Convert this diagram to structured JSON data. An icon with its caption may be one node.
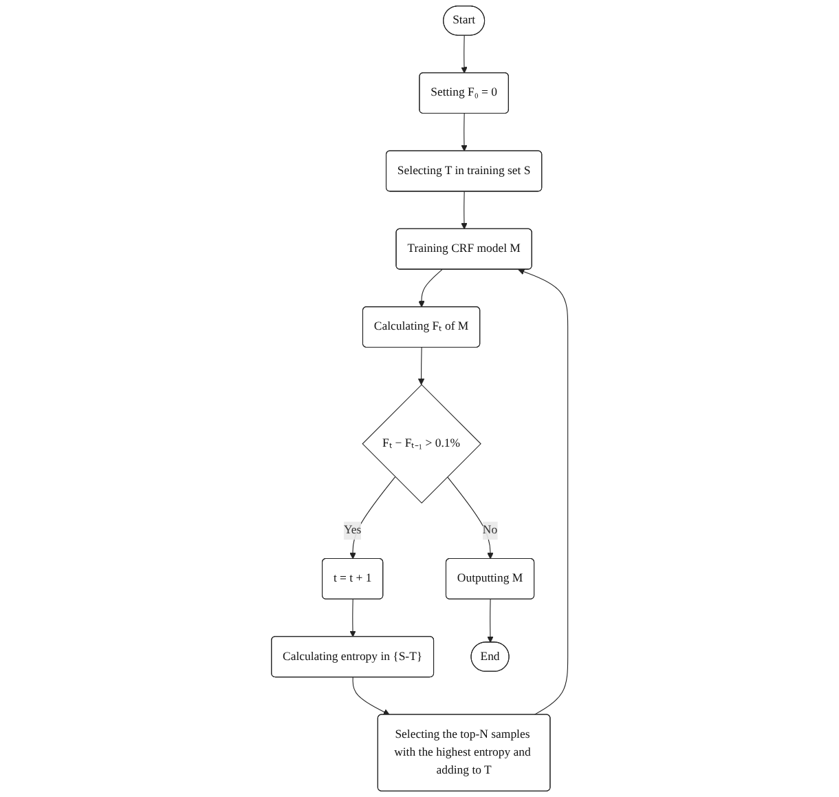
{
  "diagram": {
    "nodes": [
      {
        "text": [
          "Start"
        ]
      },
      {
        "text": [
          "Setting F₀ = 0"
        ]
      },
      {
        "text": [
          "Selecting T in training set S"
        ]
      },
      {
        "text": [
          "Training CRF model M"
        ]
      },
      {
        "text": [
          "Calculating Fₜ of M"
        ]
      },
      {
        "text": [
          "Fₜ − Fₜ₋₁ > 0.1%"
        ]
      },
      {
        "text": [
          "t = t + 1"
        ]
      },
      {
        "text": [
          "Calculating entropy in {S-T}"
        ]
      },
      {
        "text": [
          "Selecting the top-N samples with the highest entropy and adding to T"
        ]
      },
      {
        "text": [
          "Outputting M"
        ]
      },
      {
        "text": [
          "End"
        ]
      }
    ],
    "edges": [
      {
        "from": 0,
        "to": 1,
        "arrow": "to"
      },
      {
        "from": 1,
        "to": 2,
        "arrow": "to"
      },
      {
        "from": 2,
        "to": 3,
        "arrow": "to"
      },
      {
        "from": 3,
        "to": 4,
        "arrow": "to"
      },
      {
        "from": 4,
        "to": 5,
        "arrow": "to"
      },
      {
        "from": 5,
        "to": 6,
        "arrow": "to",
        "label": "Yes"
      },
      {
        "from": 6,
        "to": 7,
        "arrow": "to"
      },
      {
        "from": 7,
        "to": 8,
        "arrow": "to"
      },
      {
        "from": 8,
        "to": 3,
        "arrow": "to"
      },
      {
        "from": 5,
        "to": 9,
        "arrow": "to",
        "label": "No"
      },
      {
        "from": 9,
        "to": 10,
        "arrow": "to"
      }
    ]
  }
}
